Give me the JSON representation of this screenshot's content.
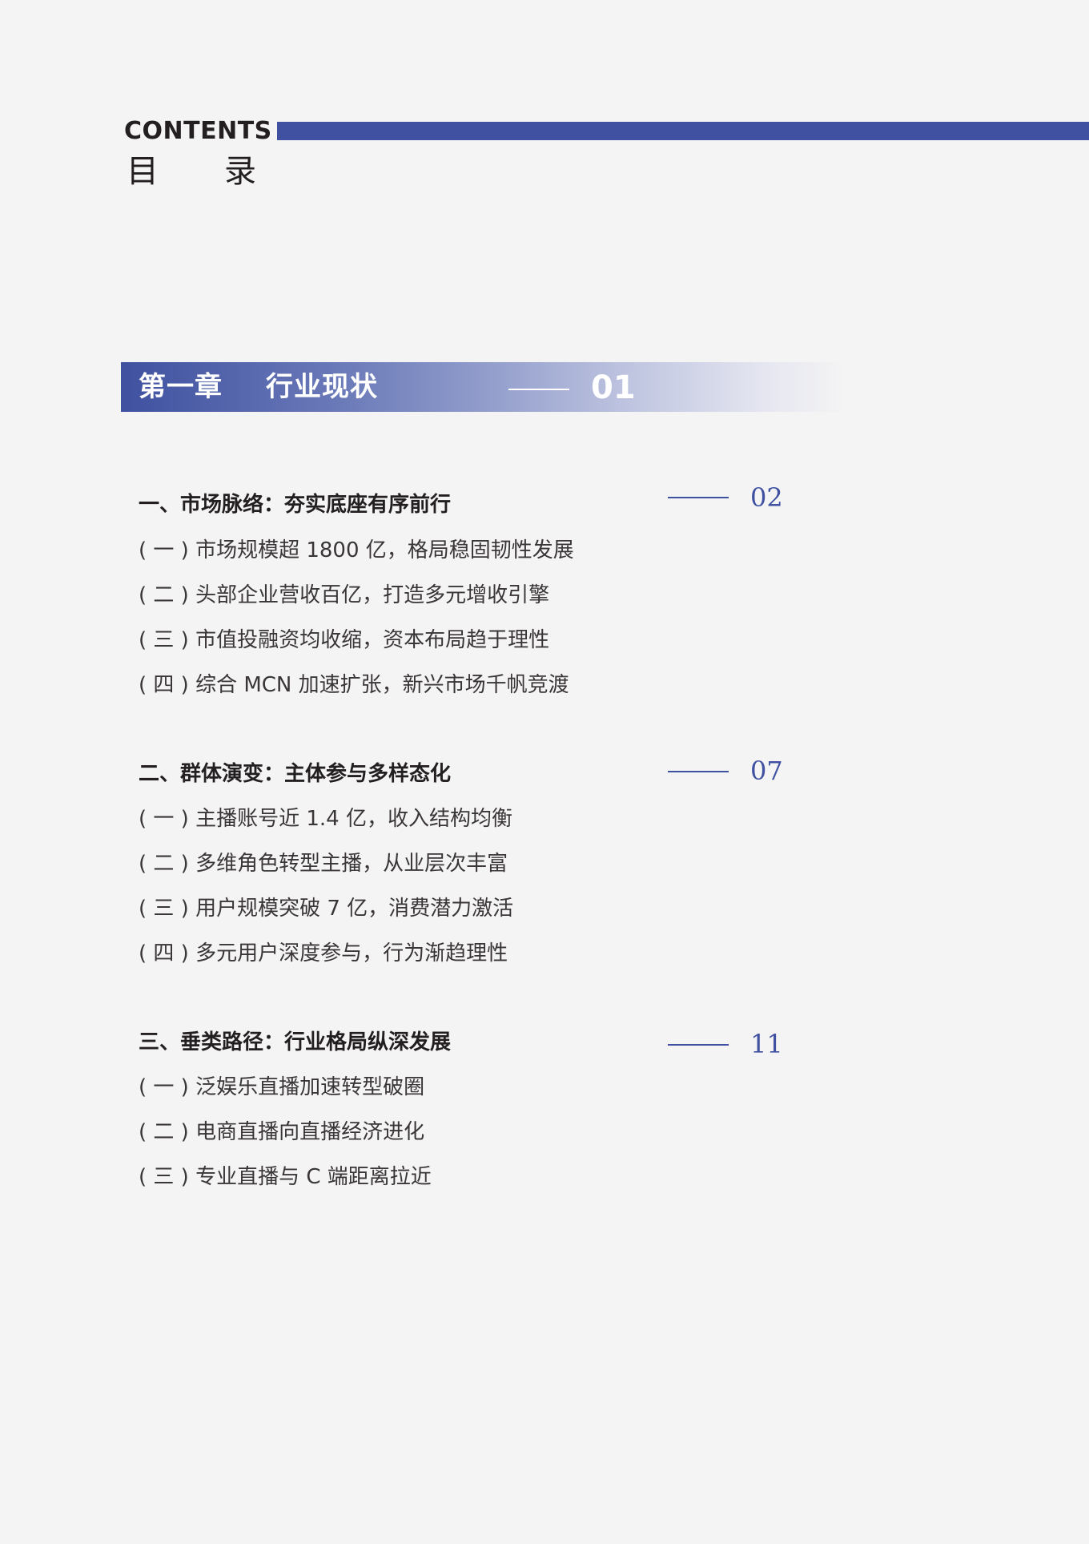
{
  "header": {
    "title_en": "CONTENTS",
    "title_cn_chars": [
      "目",
      "录"
    ],
    "accent_color": "#3f51a0"
  },
  "chapter": {
    "label": "第一章",
    "name": "行业现状",
    "number": "01"
  },
  "sections": [
    {
      "heading": "一、市场脉络：夯实底座有序前行",
      "page": "02",
      "items": [
        "( 一 ) 市场规模超 1800 亿，格局稳固韧性发展",
        "( 二 ) 头部企业营收百亿，打造多元增收引擎",
        "( 三 ) 市值投融资均收缩，资本布局趋于理性",
        "( 四 ) 综合 MCN 加速扩张，新兴市场千帆竞渡"
      ]
    },
    {
      "heading": "二、群体演变：主体参与多样态化",
      "page": "07",
      "items": [
        "( 一 ) 主播账号近 1.4 亿，收入结构均衡",
        "( 二 ) 多维角色转型主播，从业层次丰富",
        "( 三 ) 用户规模突破 7 亿，消费潜力激活",
        "( 四 ) 多元用户深度参与，行为渐趋理性"
      ]
    },
    {
      "heading": "三、垂类路径：行业格局纵深发展",
      "page": "11",
      "items": [
        "( 一 ) 泛娱乐直播加速转型破圈",
        "( 二 ) 电商直播向直播经济进化",
        "( 三 ) 专业直播与 C 端距离拉近"
      ]
    }
  ]
}
